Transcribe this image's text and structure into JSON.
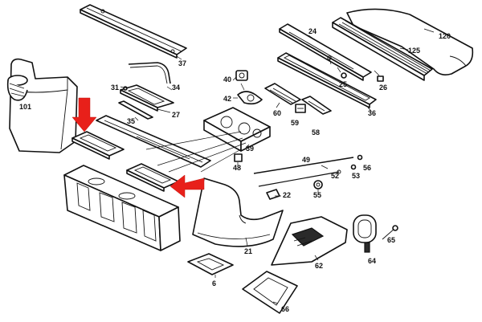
{
  "callouts": [
    {
      "id": "p37",
      "label": "37"
    },
    {
      "id": "p120",
      "label": "120"
    },
    {
      "id": "p24",
      "label": "24"
    },
    {
      "id": "p125",
      "label": "125"
    },
    {
      "id": "p25",
      "label": "25"
    },
    {
      "id": "p26",
      "label": "26"
    },
    {
      "id": "p36",
      "label": "36"
    },
    {
      "id": "p101",
      "label": "101"
    },
    {
      "id": "p31",
      "label": "31"
    },
    {
      "id": "p34",
      "label": "34"
    },
    {
      "id": "p27",
      "label": "27"
    },
    {
      "id": "p35",
      "label": "35"
    },
    {
      "id": "p40",
      "label": "40"
    },
    {
      "id": "p42",
      "label": "42"
    },
    {
      "id": "p60",
      "label": "60"
    },
    {
      "id": "p59",
      "label": "59"
    },
    {
      "id": "p58",
      "label": "58"
    },
    {
      "id": "p39",
      "label": "39"
    },
    {
      "id": "p48",
      "label": "48"
    },
    {
      "id": "p49",
      "label": "49"
    },
    {
      "id": "p52",
      "label": "52"
    },
    {
      "id": "p53",
      "label": "53"
    },
    {
      "id": "p56",
      "label": "56"
    },
    {
      "id": "p22",
      "label": "22"
    },
    {
      "id": "p55",
      "label": "55"
    },
    {
      "id": "p21",
      "label": "21"
    },
    {
      "id": "p62",
      "label": "62"
    },
    {
      "id": "p64",
      "label": "64"
    },
    {
      "id": "p65",
      "label": "65"
    },
    {
      "id": "p6",
      "label": "6"
    },
    {
      "id": "p66",
      "label": "66"
    }
  ],
  "highlight_color": "#e8201a",
  "line_color": "#111111"
}
